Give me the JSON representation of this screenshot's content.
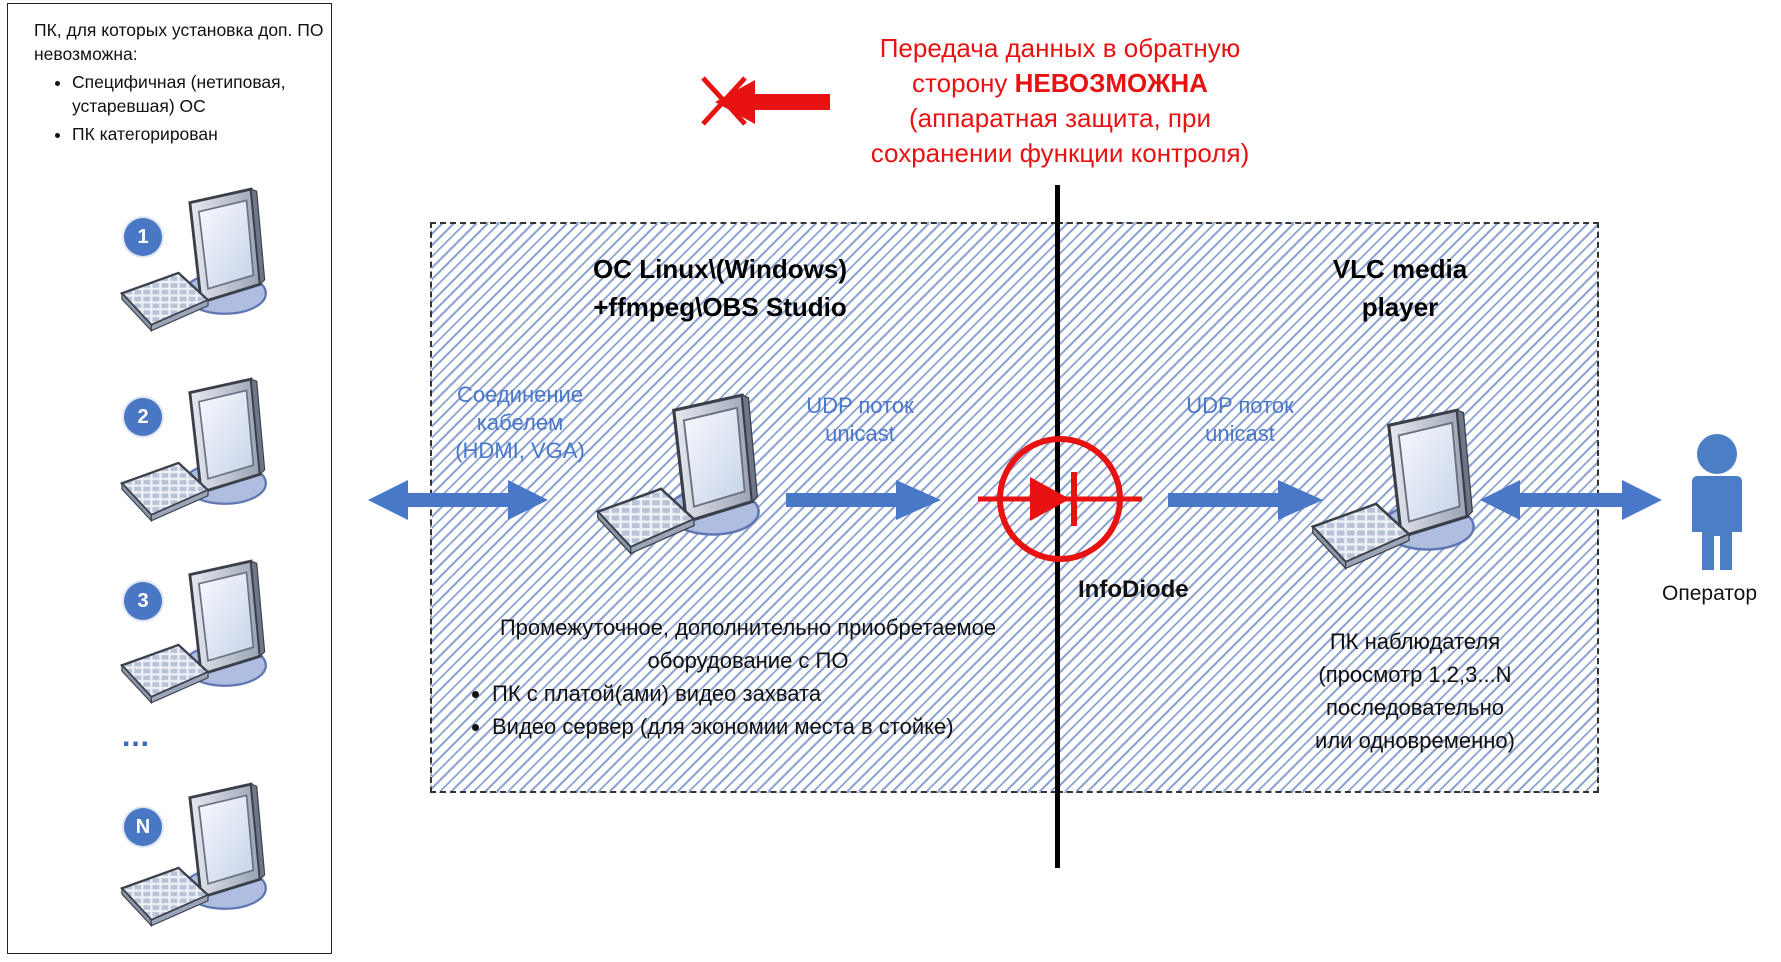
{
  "left_panel": {
    "intro": "ПК, для которых установка доп. ПО невозможна:",
    "bullets": [
      "Специфичная (нетиповая, устаревшая) ОС",
      "ПК категорирован"
    ],
    "computers": [
      "1",
      "2",
      "3",
      "N"
    ],
    "ellipsis": "..."
  },
  "warning": {
    "line1": "Передача данных в обратную",
    "line2_prefix": "сторону ",
    "line2_bold": "НЕВОЗМОЖНА",
    "line3": "(аппаратная защита, при",
    "line4": "сохранении функции контроля)"
  },
  "left_zone": {
    "title_line1": "ОС Linux\\(Windows)",
    "title_line2": "+ffmpeg\\OBS Studio",
    "connection_label": [
      "Соединение",
      "кабелем",
      "(HDMI, VGA)"
    ],
    "udp_label": [
      "UDP поток",
      "unicast"
    ],
    "description": "Промежуточное, дополнительно приобретаемое",
    "description_line2": "оборудование с ПО",
    "bullets": [
      "ПК с платой(ами) видео захвата",
      "Видео сервер (для экономии места в стойке)"
    ]
  },
  "right_zone": {
    "title_line1": "VLC media",
    "title_line2": "player",
    "udp_label": [
      "UDP поток",
      "unicast"
    ],
    "description": [
      "ПК наблюдателя",
      "(просмотр 1,2,3...N",
      "последовательно",
      "или одновременно)"
    ]
  },
  "diode": {
    "label": "InfoDiode"
  },
  "operator": {
    "label": "Оператор"
  },
  "colors": {
    "red": "#e81212",
    "blue_arrow": "#4a78c9",
    "monitor_frame": "#c9d4e6",
    "person": "#4a7fc6"
  },
  "icons": [
    "computer-icon",
    "person-icon",
    "diode-icon",
    "blocked-arrow-icon",
    "double-arrow-icon"
  ]
}
